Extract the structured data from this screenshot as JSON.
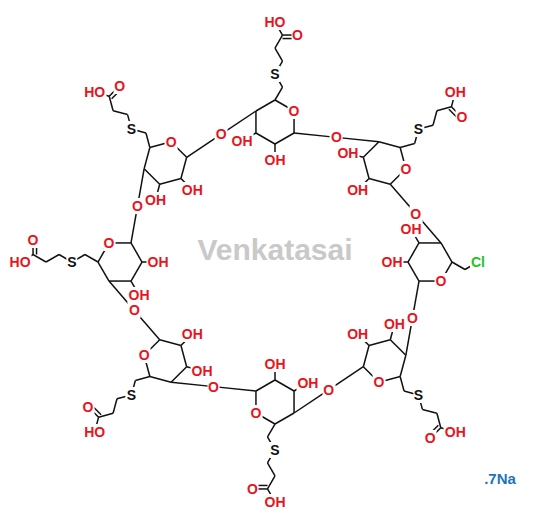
{
  "diagram": {
    "labels": [
      "O",
      "O",
      "OH",
      "OH",
      "S",
      "O",
      "HO",
      "O",
      "O",
      "OH",
      "OH",
      "S",
      "O",
      "HO",
      "O",
      "O",
      "OH",
      "OH",
      "S",
      "O",
      "OH",
      "O",
      "O",
      "OH",
      "OH",
      "Cl",
      "O",
      "O",
      "OH",
      "OH",
      "S",
      "O",
      "OH",
      "O",
      "O",
      "OH",
      "OH",
      "S",
      "O",
      "OH",
      "O",
      "O",
      "OH",
      "OH",
      "S",
      "O",
      "HO",
      "O",
      "O",
      "OH",
      "OH",
      "S",
      "O",
      "HO",
      ".7Na",
      "Venkatasai"
    ]
  }
}
